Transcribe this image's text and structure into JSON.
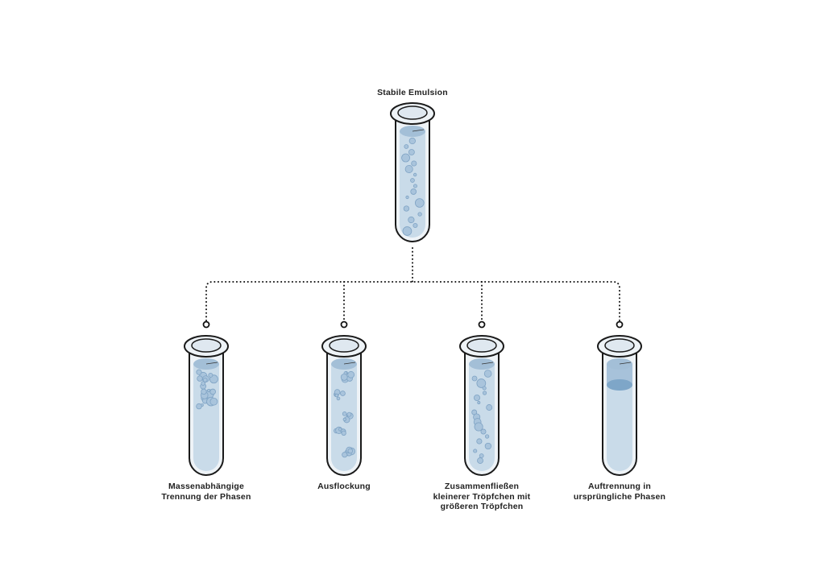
{
  "title": "Stabile Emulsion",
  "outcomes": [
    {
      "label_lines": [
        "Massenabhängige",
        "Trennung der Phasen"
      ],
      "kind": "creaming"
    },
    {
      "label_lines": [
        "Ausflockung"
      ],
      "kind": "flocculation"
    },
    {
      "label_lines": [
        "Zusammenfließen",
        "kleinerer Tröpfchen mit",
        "größeren Tröpfchen"
      ],
      "kind": "coalescence"
    },
    {
      "label_lines": [
        "Auftrennung in",
        "ursprüngliche Phasen"
      ],
      "kind": "separation"
    }
  ],
  "colors": {
    "liquid": "#c9dbe9",
    "bubble": "#a9c4dc",
    "bubble_stroke": "#7fa3c4",
    "layer": "#7ea6c8",
    "outline": "#1a1a1a"
  }
}
